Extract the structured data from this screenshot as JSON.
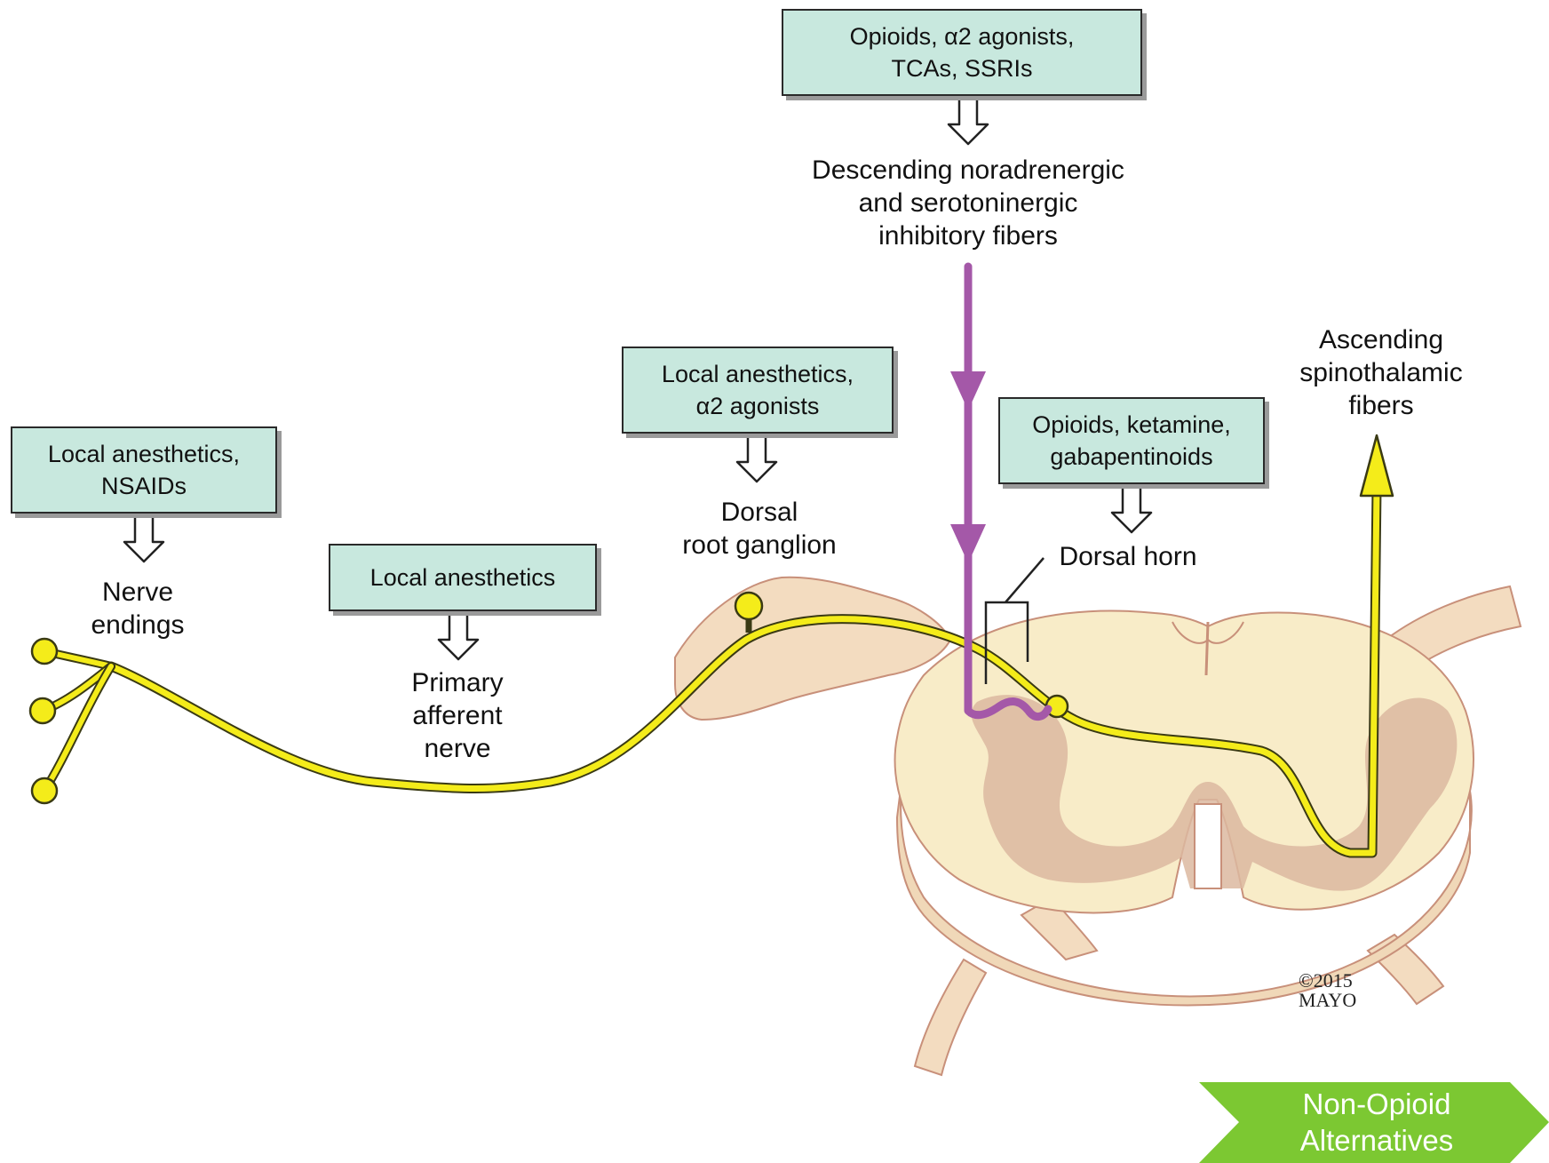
{
  "boxes": {
    "top": [
      "Opioids, α2 agonists,",
      "TCAs, SSRIs"
    ],
    "drg": [
      "Local anesthetics,",
      "α2 agonists"
    ],
    "horn": [
      "Opioids, ketamine,",
      "gabapentinoids"
    ],
    "endings": [
      "Local anesthetics,",
      "NSAIDs"
    ],
    "afferent": [
      "Local anesthetics"
    ]
  },
  "labels": {
    "descending": [
      "Descending noradrenergic",
      "and serotoninergic",
      "inhibitory fibers"
    ],
    "ascending": [
      "Ascending",
      "spinothalamic",
      "fibers"
    ],
    "nerve_endings": [
      "Nerve",
      "endings"
    ],
    "primary_afferent": [
      "Primary",
      "afferent",
      "nerve"
    ],
    "drg": [
      "Dorsal",
      "root ganglion"
    ],
    "dorsal_horn": "Dorsal horn"
  },
  "copyright": [
    "©2015",
    "MAYO"
  ],
  "tag": [
    "Non-Opioid",
    "Alternatives"
  ],
  "colors": {
    "box_fill": "#c8e8de",
    "nerve_yellow": "#f4ec1a",
    "descending_purple": "#a458a8",
    "cord_fill": "#f8ecc8",
    "gray_matter": "#dcb8a0",
    "tag_green": "#7cc832"
  }
}
